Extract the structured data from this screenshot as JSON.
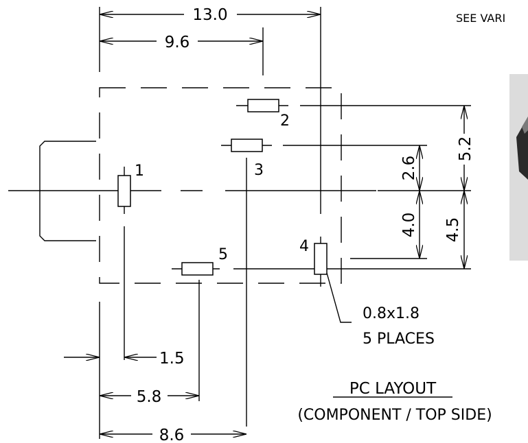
{
  "top_note": "SEE VARI",
  "dimensions": {
    "d13_0": "13.0",
    "d9_6": "9.6",
    "d5_2": "5.2",
    "d2_6": "2.6",
    "d4_0": "4.0",
    "d4_5": "4.5",
    "d1_5": "1.5",
    "d5_8": "5.8",
    "d8_6": "8.6"
  },
  "pins": [
    "1",
    "2",
    "3",
    "4",
    "5"
  ],
  "pad_note": {
    "size": "0.8x1.8",
    "places": "5 PLACES"
  },
  "title": "PC LAYOUT",
  "subtitle": "(COMPONENT / TOP SIDE)",
  "photo_description_colors": {
    "photo_bg": "#dcdcdc",
    "photo_dark": "#2a2a2a"
  }
}
